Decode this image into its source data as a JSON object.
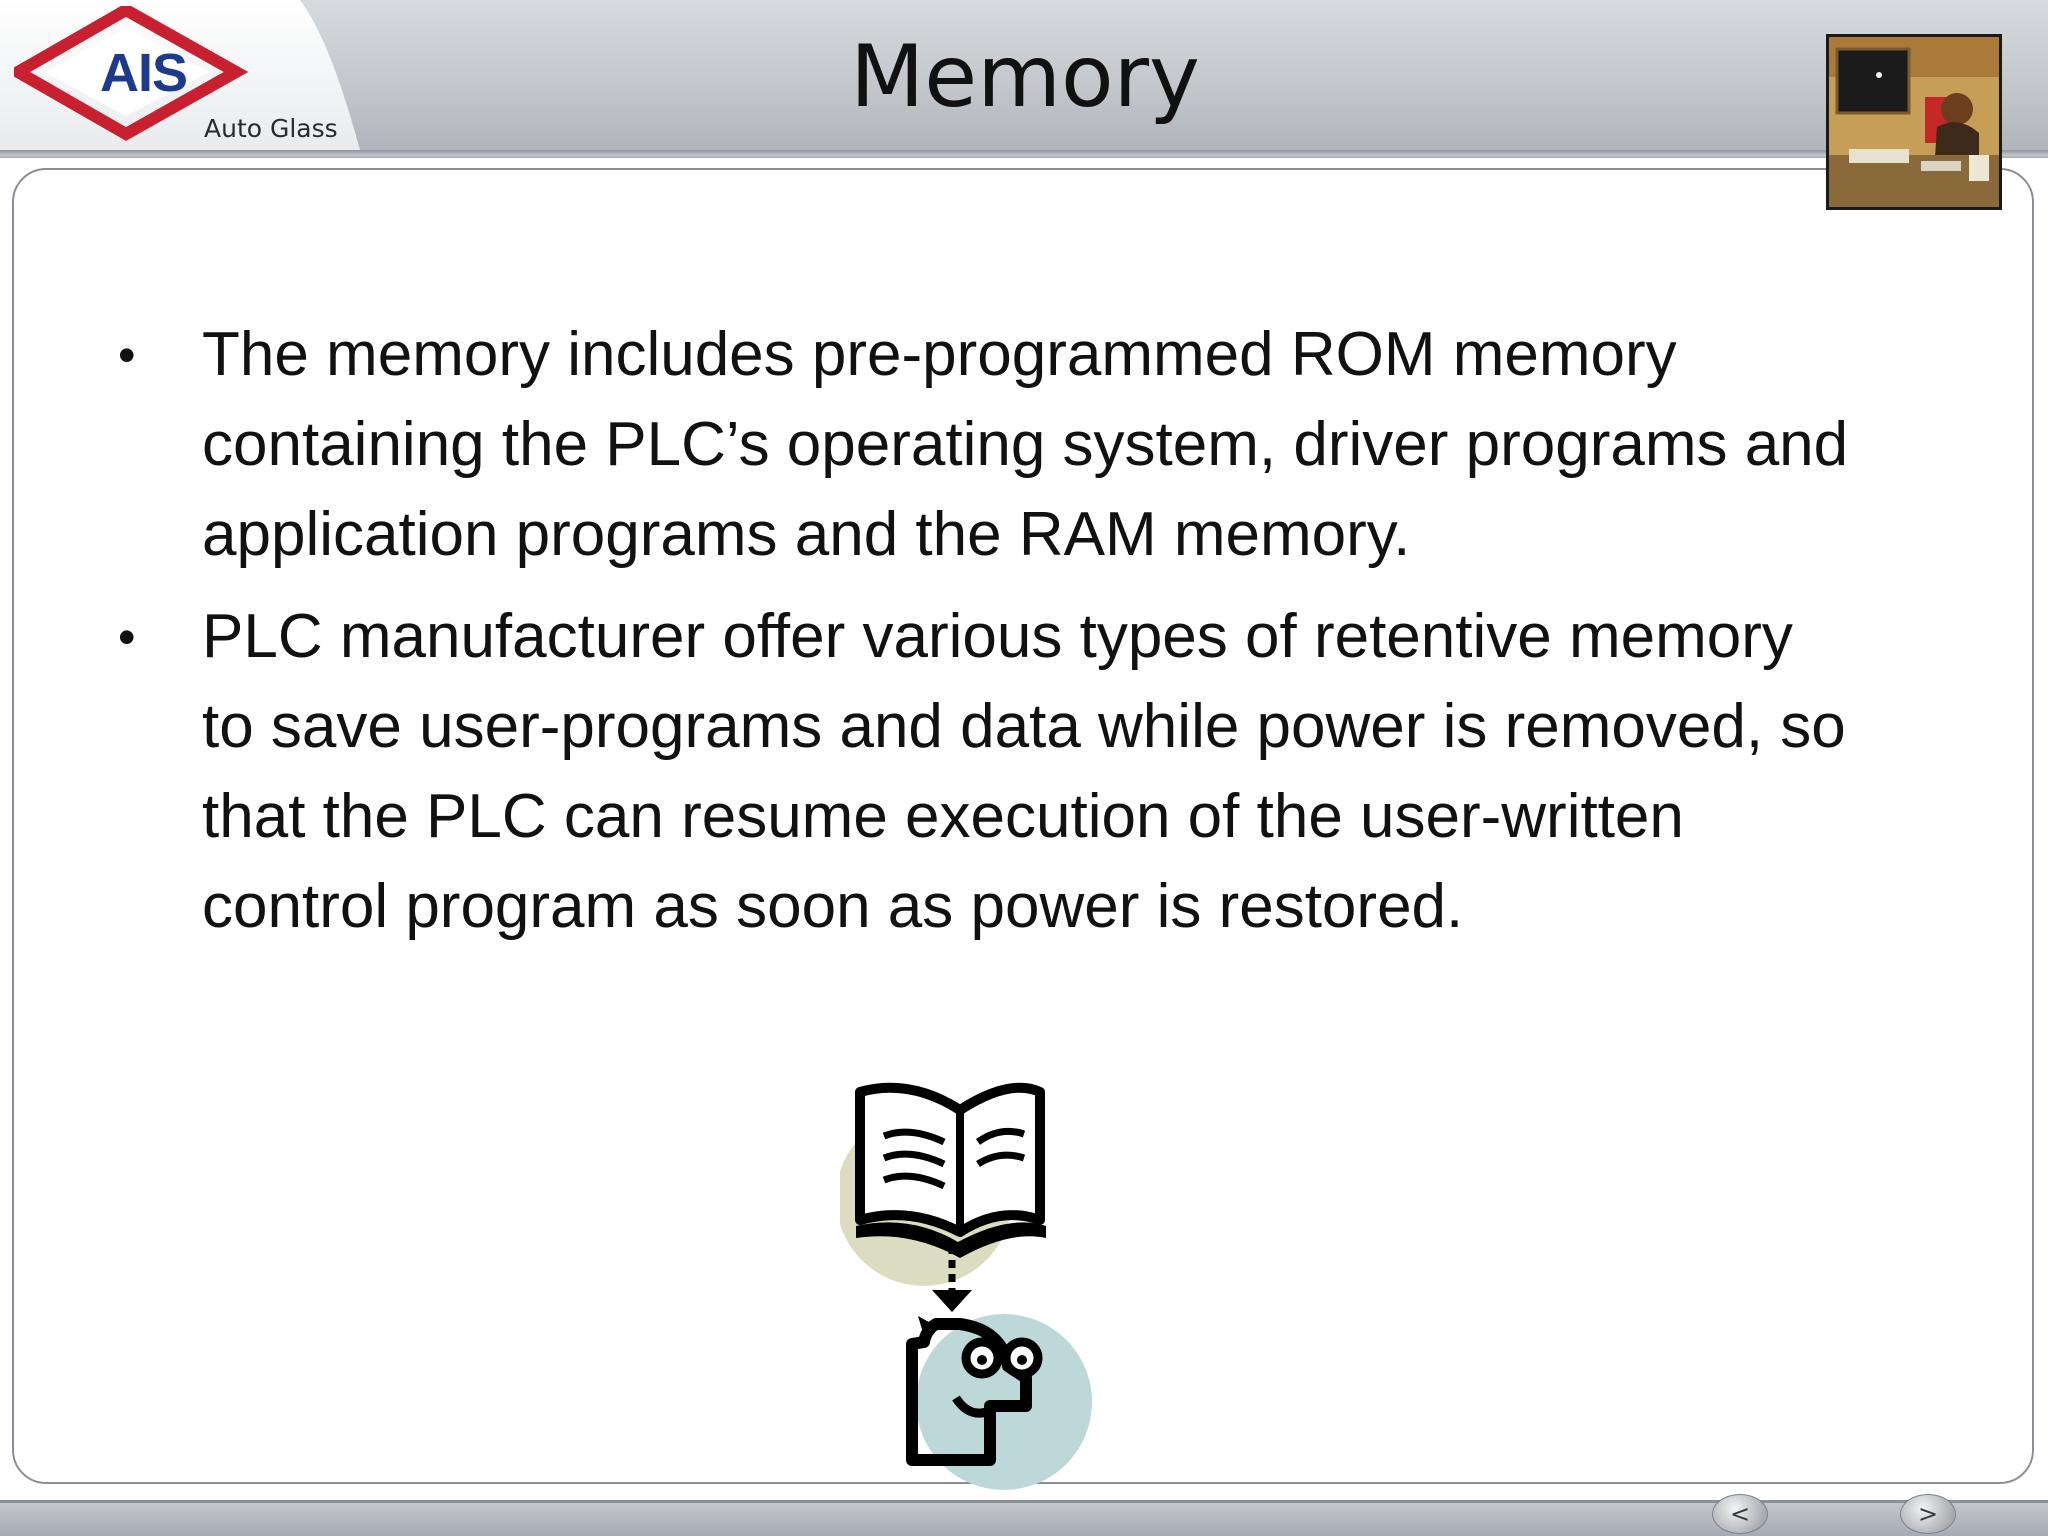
{
  "logo": {
    "brand": "AIS",
    "subtitle": "Auto Glass"
  },
  "slide": {
    "title": "Memory",
    "bullets": [
      "The memory includes pre-programmed ROM memory containing the PLC’s operating system, driver programs and application programs and the RAM memory.",
      "PLC manufacturer offer various types of retentive memory to save user-programs and data while power is removed, so that the PLC can resume execution of the user-written control program as soon as power is restored."
    ],
    "bullet_symbol": "•"
  },
  "navigation": {
    "prev_label": "<",
    "next_label": ">"
  },
  "icons": {
    "logo": "ais-diamond-logo-icon",
    "photo": "person-at-desk-photo",
    "clipart": "book-to-head-learning-icon"
  },
  "colors": {
    "logo_diamond": "#c8202e",
    "logo_text": "#1d3b8c",
    "header_band": "#c3c7cc",
    "panel_border": "#8a8f96",
    "clipart_circle_top": "#dcdcc0",
    "clipart_circle_bottom": "#bcd8d8"
  }
}
